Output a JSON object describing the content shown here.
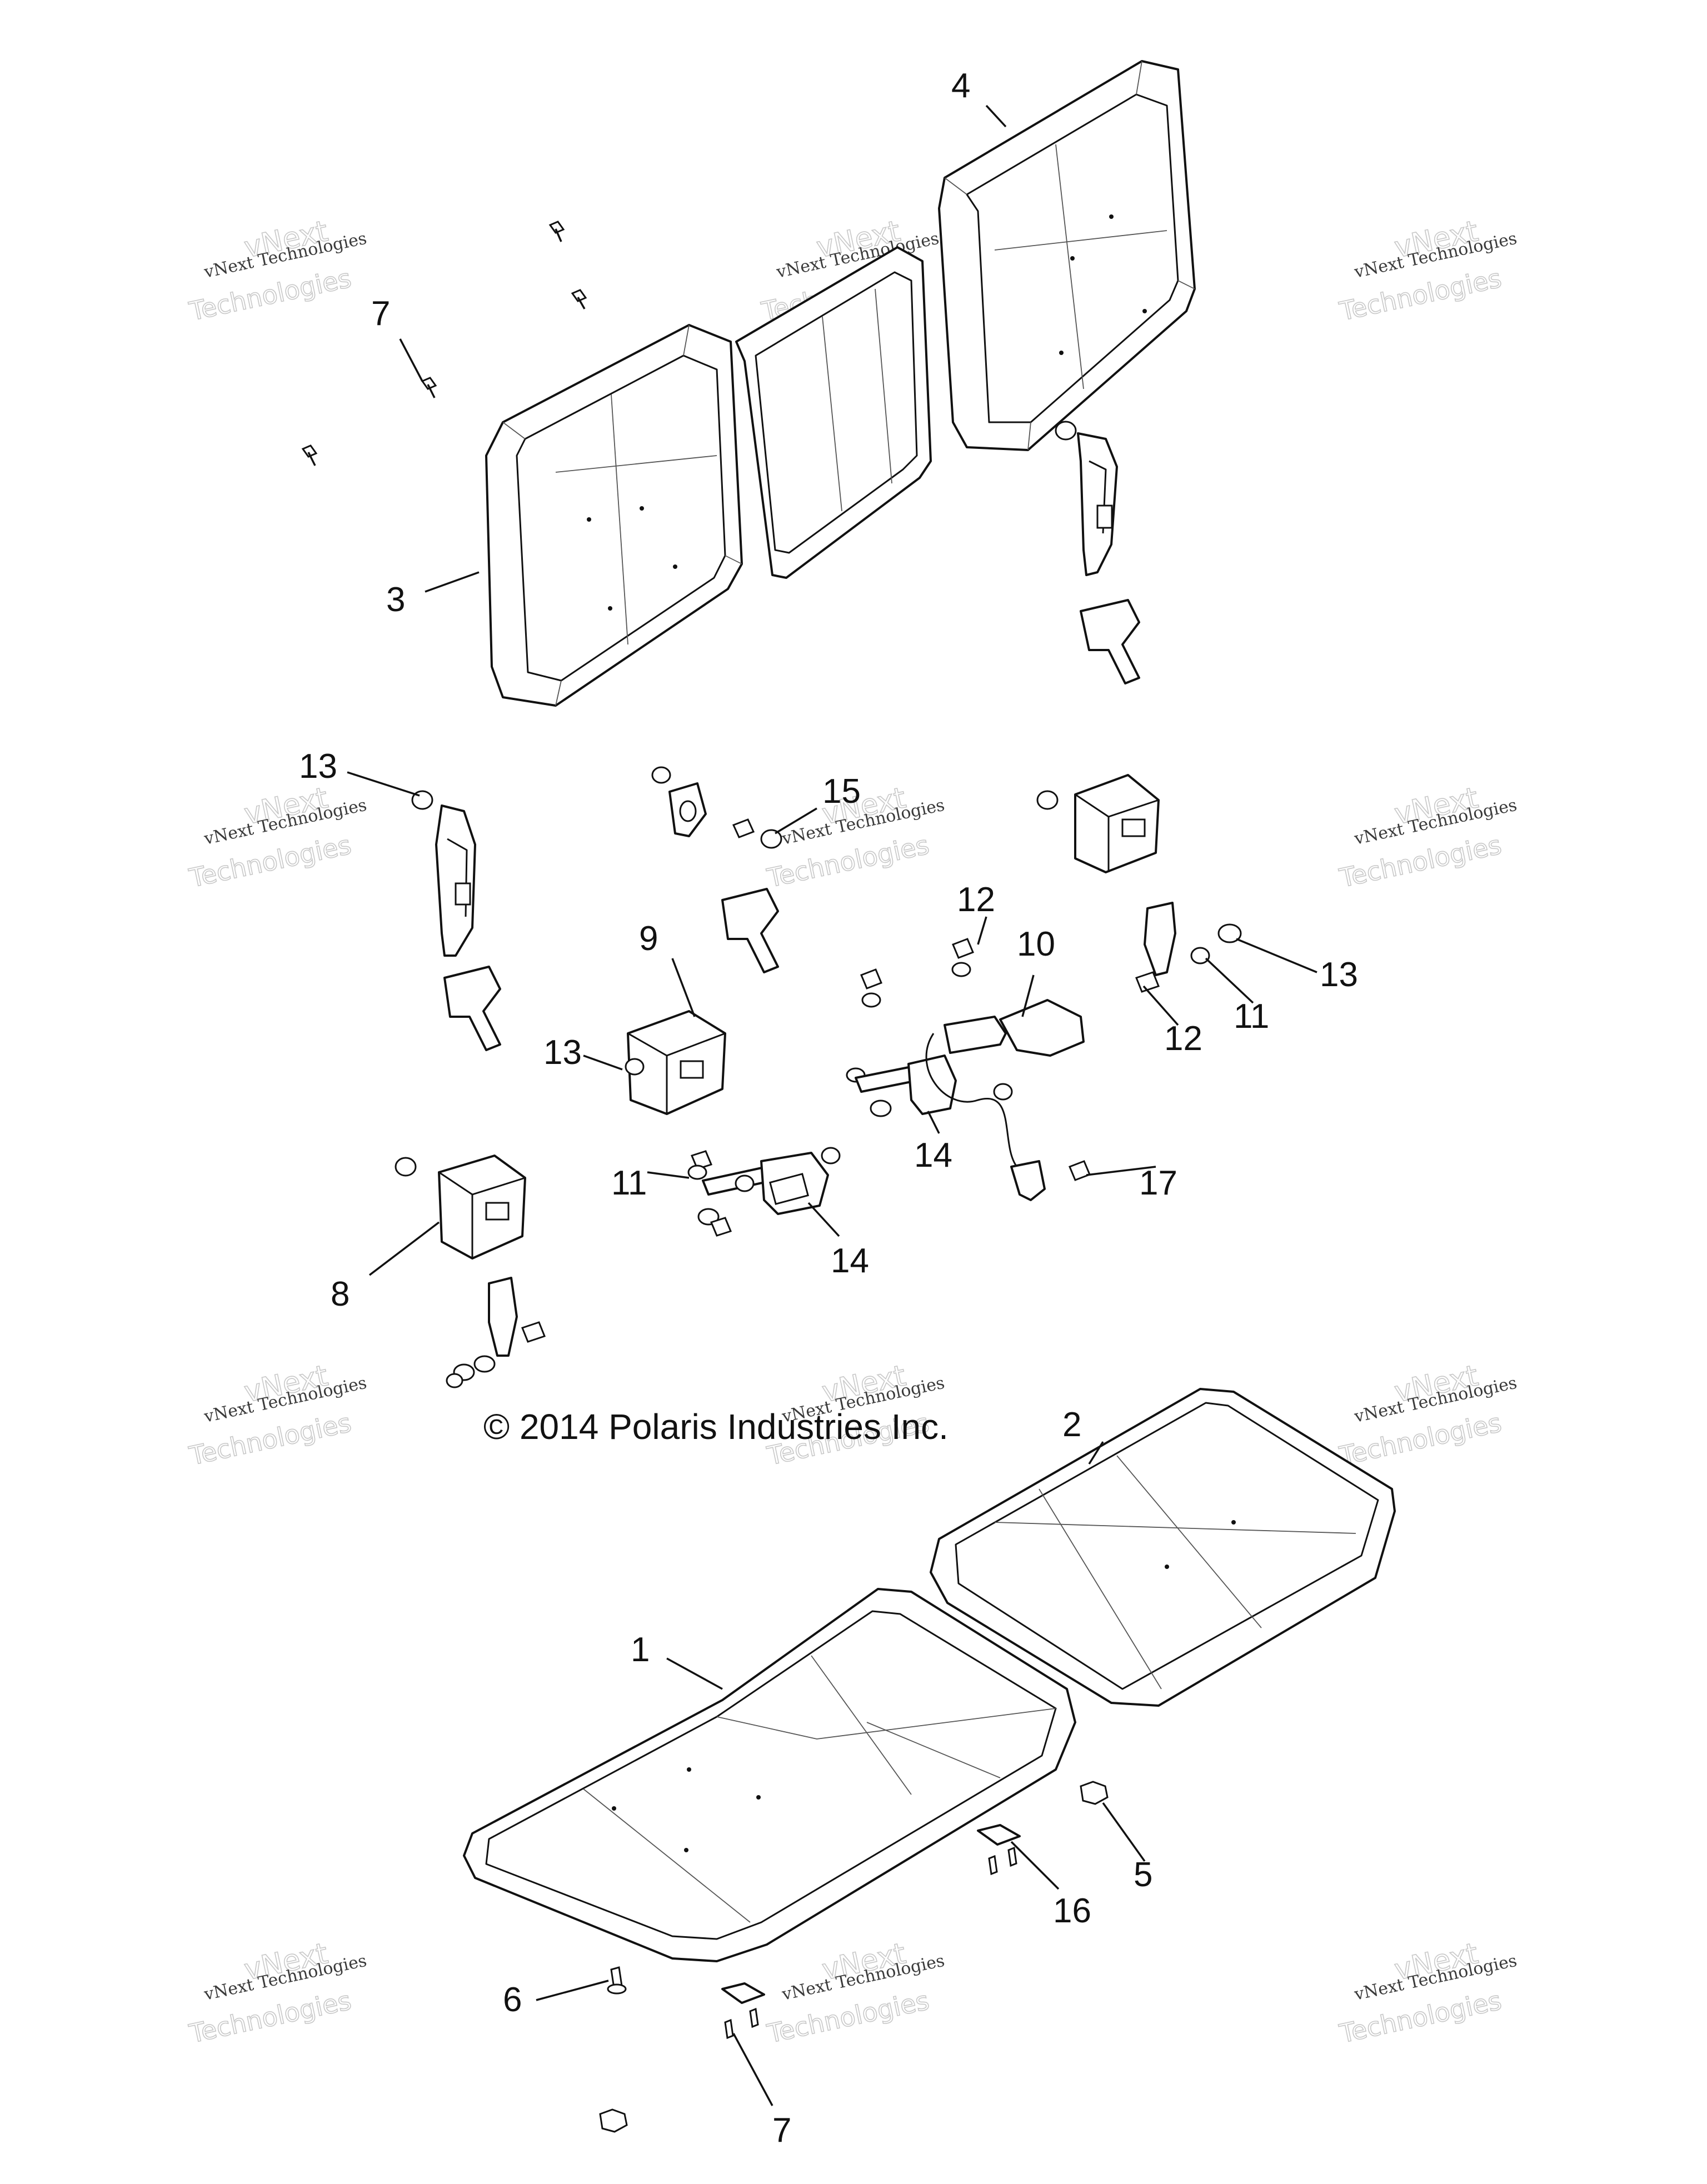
{
  "copyright": "© 2014 Polaris Industries Inc.",
  "watermark": {
    "line1": "vNext Technologies",
    "line2": "vNext",
    "line3": "Technologies"
  },
  "callouts": [
    "1",
    "2",
    "3",
    "4",
    "5",
    "6",
    "7",
    "7",
    "8",
    "9",
    "10",
    "11",
    "11",
    "12",
    "12",
    "13",
    "13",
    "13",
    "14",
    "14",
    "15",
    "16",
    "17"
  ],
  "colors": {
    "line": "#111111",
    "background": "#ffffff",
    "watermark": "#c8c8c8"
  }
}
